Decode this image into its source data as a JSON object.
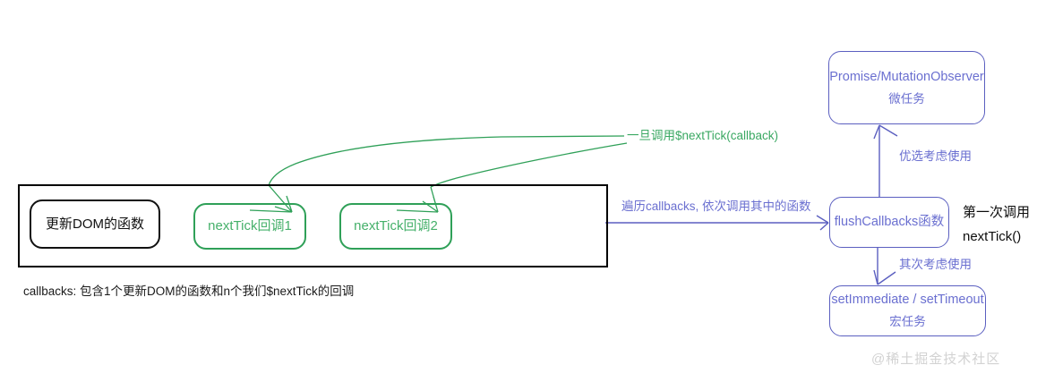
{
  "diagram": {
    "title_context": "Vue $nextTick flow diagram",
    "callbacks_container": {
      "caption": "callbacks: 包含1个更新DOM的函数和n个我们$nextTick的回调",
      "nodes": [
        {
          "id": "dom-update",
          "label": "更新DOM的函数",
          "color": "#111111"
        },
        {
          "id": "nexttick-callback-1",
          "label": "nextTick回调1",
          "color": "#2fa058"
        },
        {
          "id": "nexttick-callback-2",
          "label": "nextTick回调2",
          "color": "#2fa058"
        }
      ]
    },
    "right_flow": {
      "microtask_node": {
        "line1": "Promise/MutationObserver",
        "line2": "微任务"
      },
      "flush_node": {
        "label": "flushCallbacks函数"
      },
      "macrotask_node": {
        "line1": "setImmediate / setTimeout",
        "line2": "宏任务"
      },
      "edge_labels": {
        "prefer": "优选考虑使用",
        "second": "其次考虑使用"
      },
      "side_note": {
        "line1": "第一次调用",
        "line2": "nextTick()"
      }
    },
    "annotations": {
      "on_call": "一旦调用$nextTick(callback)",
      "traverse": "遍历callbacks, 依次调用其中的函数"
    },
    "watermark": "@稀土掘金技术社区",
    "colors": {
      "green": "#2fa058",
      "green_text": "#45b06a",
      "blue": "#5b5fc0",
      "blue_text": "#6a6fd0",
      "black": "#111111",
      "watermark": "#d2d2d2"
    }
  }
}
